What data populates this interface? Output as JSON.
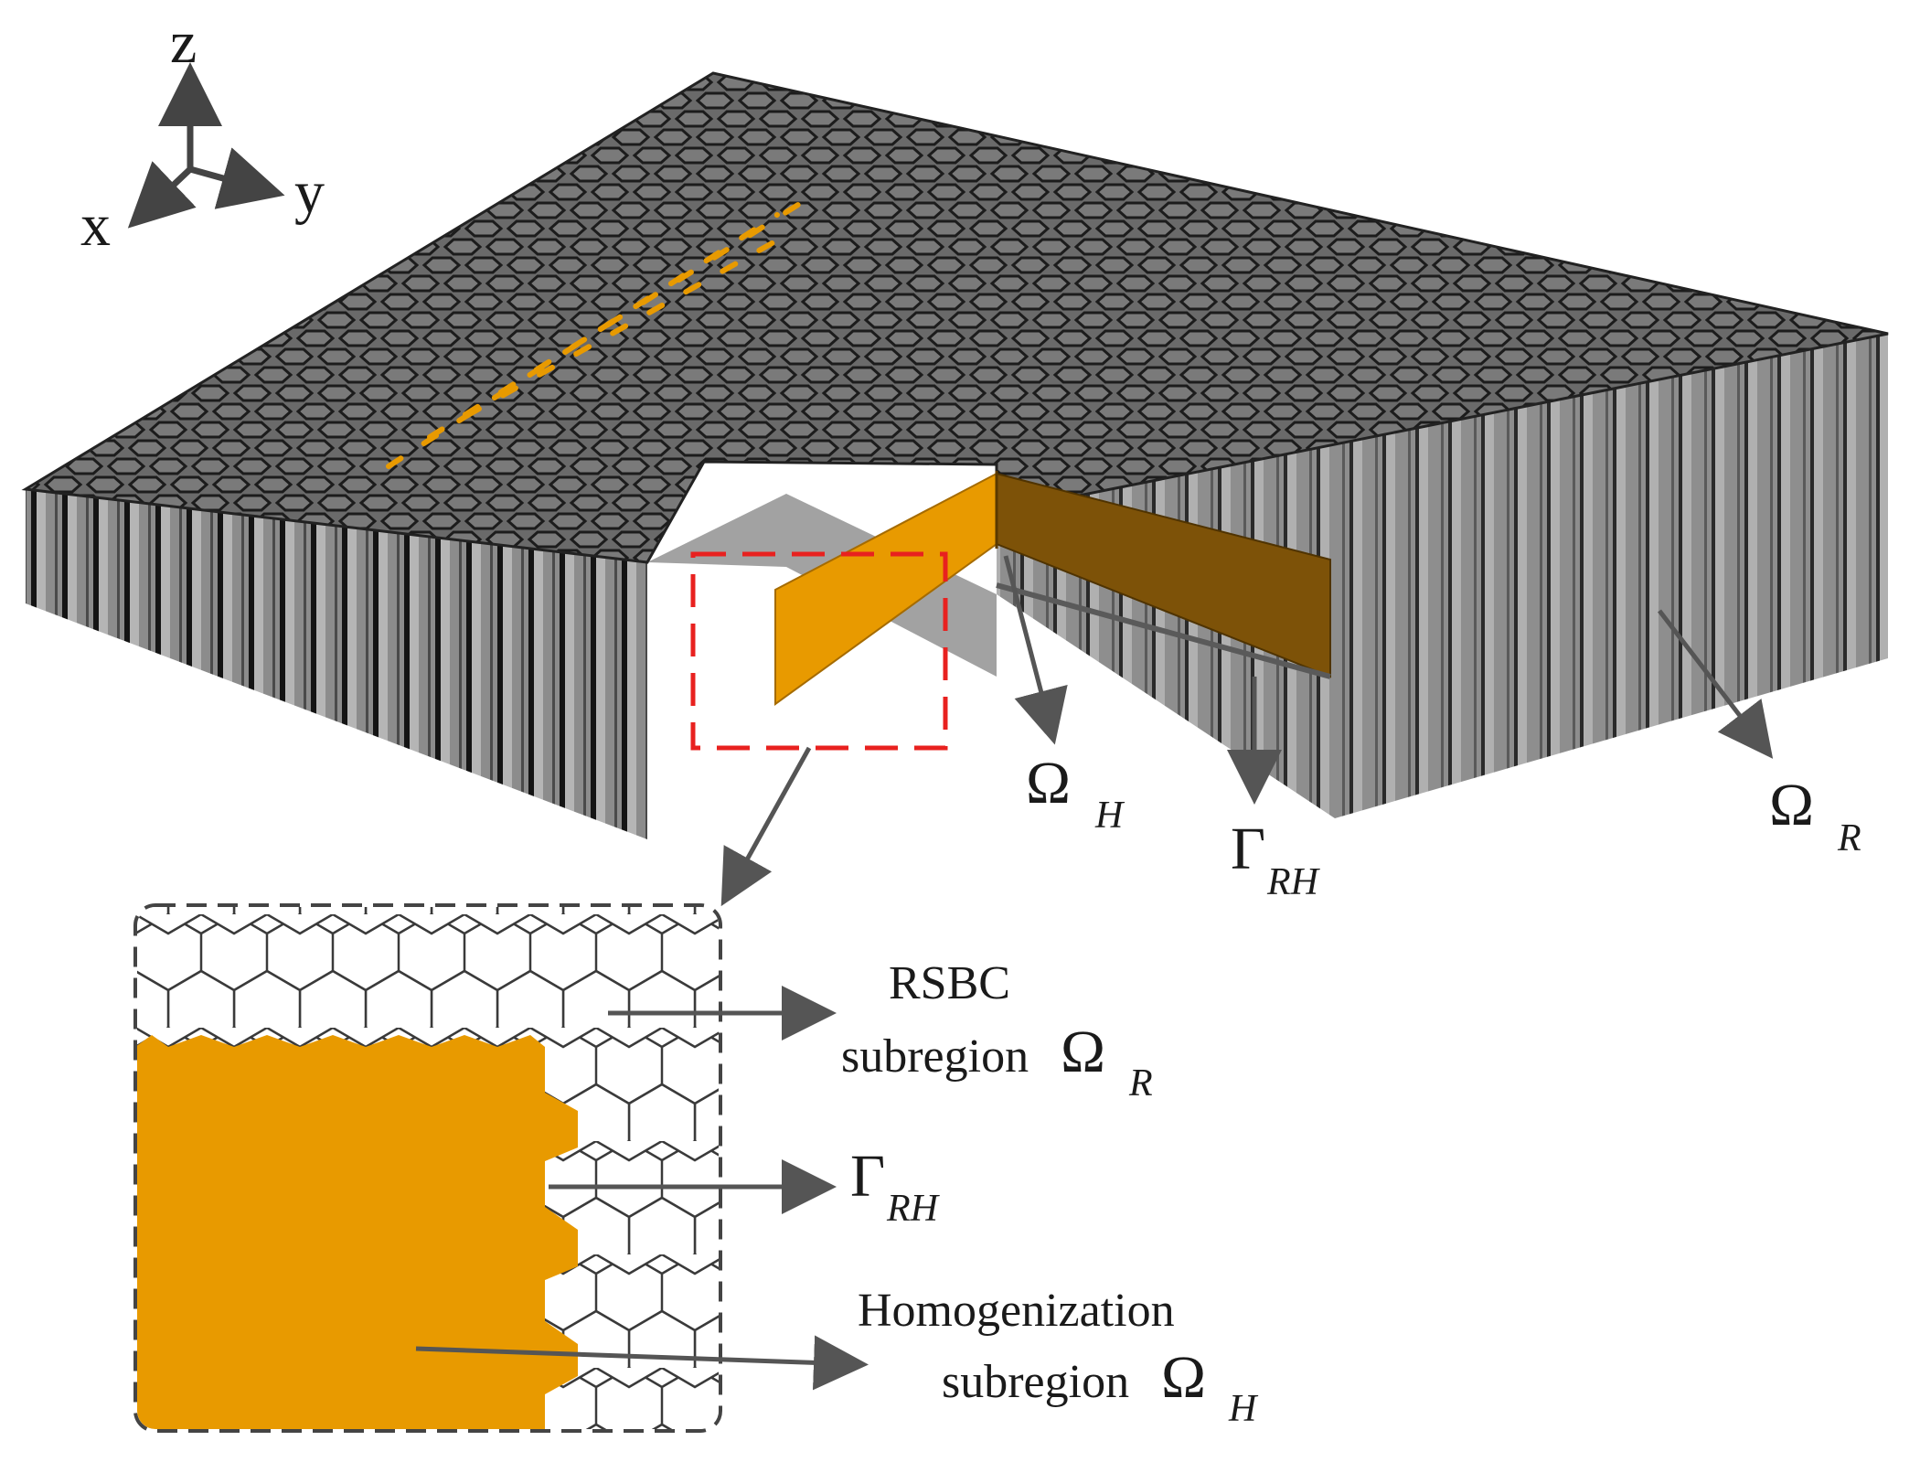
{
  "axes": {
    "z": "z",
    "y": "y",
    "x": "x"
  },
  "labels": {
    "omega": "Ω",
    "gamma": "Γ",
    "sub_H": "H",
    "sub_R": "R",
    "sub_RH": "RH"
  },
  "legend": {
    "rsbc_line1": "RSBC",
    "rsbc_line2": "subregion",
    "homog_line1": "Homogenization",
    "homog_line2": "subregion"
  },
  "colors": {
    "cell_top": "#6e6e6e",
    "cell_edge": "#1e1e1e",
    "wall_light": "#9a9a9a",
    "wall_dark": "#3c3c3c",
    "homog": "#e89a00",
    "homog_dark": "#7d5208",
    "callout": "#e8211f",
    "arrow": "#555555"
  }
}
